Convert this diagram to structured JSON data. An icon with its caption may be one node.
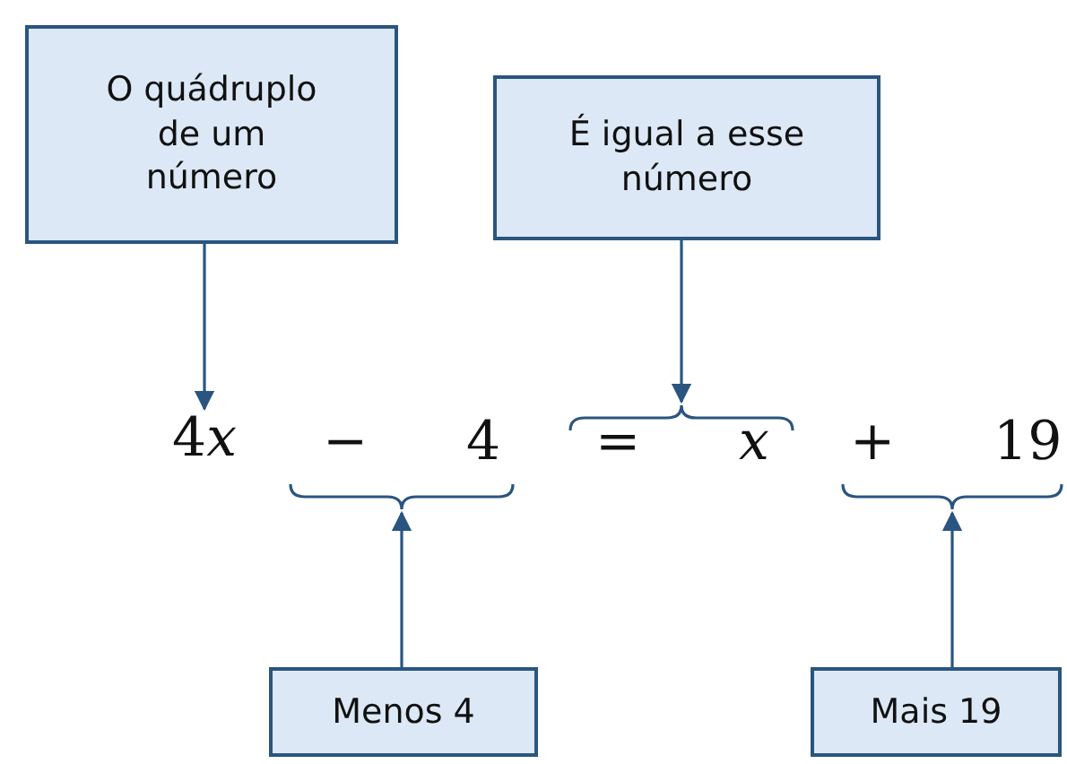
{
  "diagram": {
    "nodes": [
      {
        "text": [
          "O quádruplo de um número"
        ]
      },
      {
        "text": [
          "É igual a esse número"
        ]
      },
      {
        "text": [
          "4x"
        ]
      },
      {
        "text": [],
        "shape": "brace"
      },
      {
        "text": [],
        "shape": "brace"
      },
      {
        "text": [],
        "shape": "brace"
      },
      {
        "text": [
          "Menos 4"
        ]
      },
      {
        "text": [
          "Mais 19"
        ]
      }
    ],
    "edges": [
      {
        "from": 0,
        "to": 2,
        "arrow": "to"
      },
      {
        "from": 1,
        "to": 3,
        "arrow": "to"
      },
      {
        "from": 6,
        "to": 4,
        "arrow": "to"
      },
      {
        "from": 7,
        "to": 5,
        "arrow": "to"
      }
    ],
    "labels": [
      "−",
      "4",
      "=",
      "x",
      "+",
      "19"
    ]
  }
}
